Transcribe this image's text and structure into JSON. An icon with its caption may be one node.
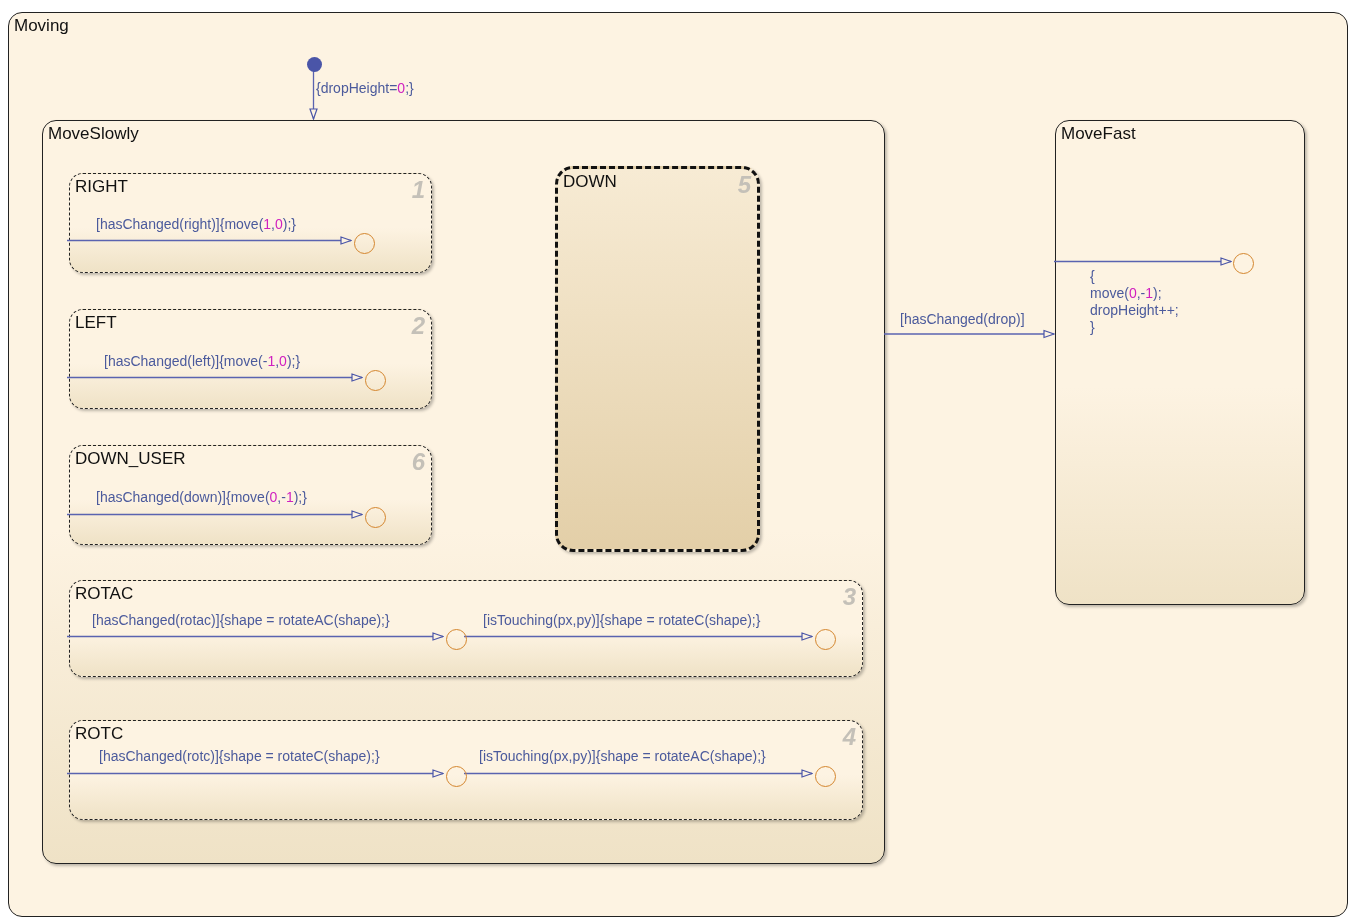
{
  "diagram": {
    "nodes": [
      {
        "text": [
          "Moving"
        ]
      },
      {
        "text": [],
        "shape": "dot",
        "in": 0
      },
      {
        "text": [
          "MoveSlowly"
        ],
        "in": 0
      },
      {
        "text": [
          "RIGHT",
          "1"
        ],
        "in": 2
      },
      {
        "text": [],
        "shape": "circle",
        "in": 3
      },
      {
        "text": [
          "LEFT",
          "2"
        ],
        "in": 2
      },
      {
        "text": [],
        "shape": "circle",
        "in": 5
      },
      {
        "text": [
          "DOWN_USER",
          "6"
        ],
        "in": 2
      },
      {
        "text": [],
        "shape": "circle",
        "in": 7
      },
      {
        "text": [
          "DOWN",
          "5"
        ],
        "in": 2
      },
      {
        "text": [
          "ROTAC",
          "3"
        ],
        "in": 2
      },
      {
        "text": [],
        "shape": "circle",
        "in": 10
      },
      {
        "text": [],
        "shape": "circle",
        "in": 10
      },
      {
        "text": [
          "ROTC",
          "4"
        ],
        "in": 2
      },
      {
        "text": [],
        "shape": "circle",
        "in": 13
      },
      {
        "text": [],
        "shape": "circle",
        "in": 13
      },
      {
        "text": [
          "MoveFast"
        ],
        "in": 0
      },
      {
        "text": [],
        "shape": "circle",
        "in": 16
      }
    ],
    "edges": [
      {
        "from": 1,
        "to": 2,
        "arrow": "to",
        "label": "{dropHeight=0;}"
      },
      {
        "from": null,
        "to": 4,
        "arrow": "to",
        "label": "[hasChanged(right)]{move(1,0);}"
      },
      {
        "from": null,
        "to": 6,
        "arrow": "to",
        "label": "[hasChanged(left)]{move(-1,0);}"
      },
      {
        "from": null,
        "to": 8,
        "arrow": "to",
        "label": "[hasChanged(down)]{move(0,-1);}"
      },
      {
        "from": null,
        "to": 11,
        "arrow": "to",
        "label": "[hasChanged(rotac)]{shape = rotateAC(shape);}"
      },
      {
        "from": 11,
        "to": 12,
        "arrow": "to",
        "label": "[isTouching(px,py)]{shape = rotateC(shape);}"
      },
      {
        "from": null,
        "to": 14,
        "arrow": "to",
        "label": "[hasChanged(rotc)]{shape = rotateC(shape);}"
      },
      {
        "from": 14,
        "to": 15,
        "arrow": "to",
        "label": "[isTouching(px,py)]{shape = rotateAC(shape);}"
      },
      {
        "from": 2,
        "to": 16,
        "arrow": "to",
        "label": "[hasChanged(drop)]"
      },
      {
        "from": null,
        "to": 17,
        "arrow": "to",
        "label": "{ move(0,-1); dropHeight++; }"
      }
    ]
  }
}
